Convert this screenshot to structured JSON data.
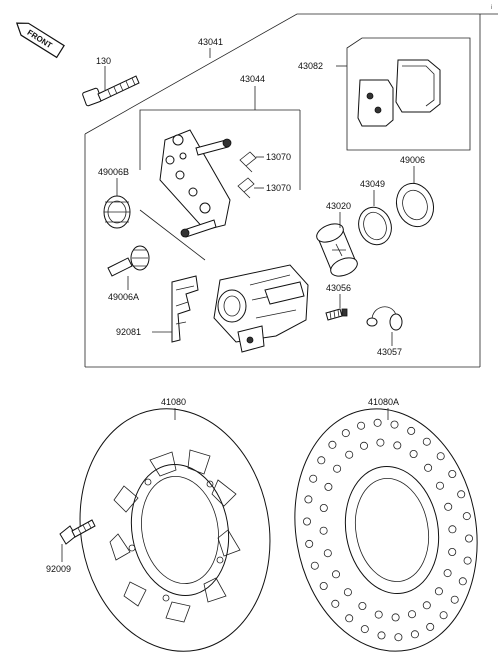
{
  "direction_tag": "FRONT",
  "corner_mark": "i",
  "parts": {
    "p130": "130",
    "p43041": "43041",
    "p43044": "43044",
    "p43082": "43082",
    "p13070a": "13070",
    "p13070b": "13070",
    "p49006B": "49006B",
    "p49006": "49006",
    "p43049": "43049",
    "p43020": "43020",
    "p49006A": "49006A",
    "p43056": "43056",
    "p92081": "92081",
    "p43057": "43057",
    "p41080": "41080",
    "p41080A": "41080A",
    "p92009": "92009"
  }
}
